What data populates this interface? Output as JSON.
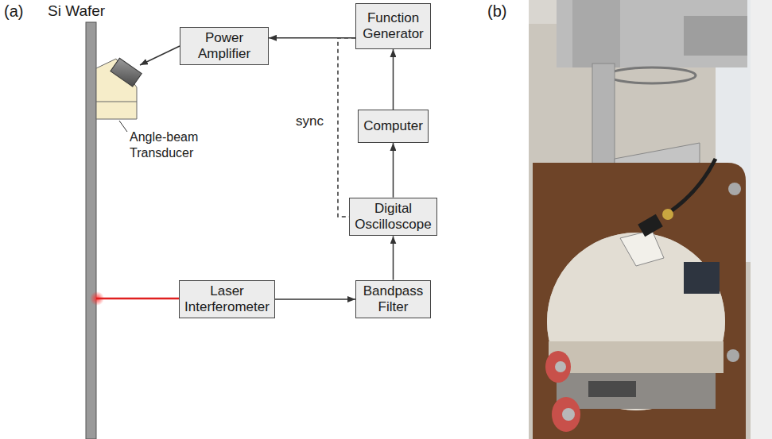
{
  "diagram": {
    "nodes": [
      {
        "text": [
          "Power Amplifier"
        ]
      },
      {
        "text": [
          "Function Generator"
        ]
      },
      {
        "text": [
          "Computer"
        ]
      },
      {
        "text": [
          "Digital Oscilloscope"
        ]
      },
      {
        "text": [
          "Laser Interferometer"
        ]
      },
      {
        "text": [
          "Bandpass Filter"
        ]
      }
    ],
    "edges": [
      {
        "from": 1,
        "to": 0,
        "arrow": "to"
      },
      {
        "from": 2,
        "to": 1,
        "arrow": "to"
      },
      {
        "from": 3,
        "to": 2,
        "arrow": "to"
      },
      {
        "from": 5,
        "to": 3,
        "arrow": "to"
      },
      {
        "from": 4,
        "to": 5,
        "arrow": "to"
      },
      {
        "from": 1,
        "to": 3,
        "arrow": "none",
        "label": "sync"
      }
    ],
    "labels": [
      "(a)",
      "Si Wafer",
      "Angle-beam Transducer",
      "(b)"
    ]
  }
}
